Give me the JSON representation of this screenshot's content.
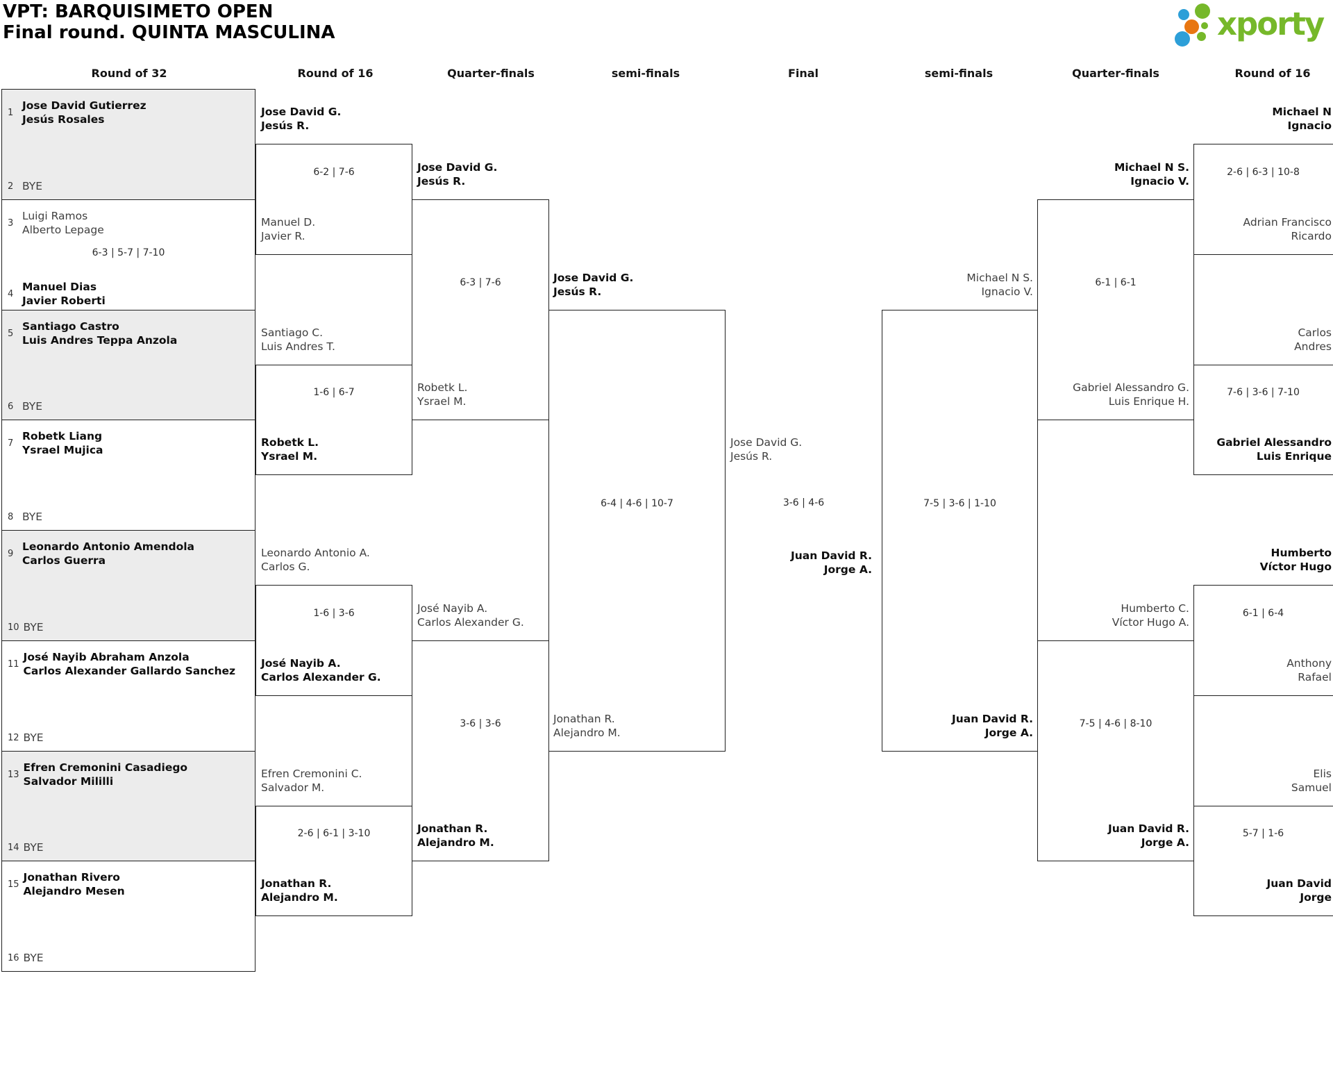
{
  "header": {
    "line1": "VPT: BARQUISIMETO OPEN",
    "line2": "Final round. QUINTA MASCULINA"
  },
  "logo": {
    "text": "xporty",
    "green": "#76b82a",
    "blue": "#2d9fd8",
    "orange": "#e87611"
  },
  "round_headers": [
    "Round of 32",
    "Round of 16",
    "Quarter-finals",
    "semi-finals",
    "Final",
    "semi-finals",
    "Quarter-finals",
    "Round of 16"
  ],
  "r32": [
    {
      "seed_a": "1",
      "team_a": [
        "Jose David Gutierrez",
        "Jesús Rosales"
      ],
      "seed_b": "2",
      "team_b": [
        "BYE"
      ],
      "score": "",
      "winner": "a"
    },
    {
      "seed_a": "3",
      "team_a": [
        "Luigi Ramos",
        "Alberto Lepage"
      ],
      "seed_b": "4",
      "team_b": [
        "Manuel Dias",
        "Javier Roberti"
      ],
      "score": "6-3 | 5-7 | 7-10",
      "winner": "b"
    },
    {
      "seed_a": "5",
      "team_a": [
        "Santiago Castro",
        "Luis Andres Teppa Anzola"
      ],
      "seed_b": "6",
      "team_b": [
        "BYE"
      ],
      "score": "",
      "winner": "a"
    },
    {
      "seed_a": "7",
      "team_a": [
        "Robetk Liang",
        "Ysrael Mujica"
      ],
      "seed_b": "8",
      "team_b": [
        "BYE"
      ],
      "score": "",
      "winner": "a"
    },
    {
      "seed_a": "9",
      "team_a": [
        "Leonardo Antonio Amendola",
        "Carlos Guerra"
      ],
      "seed_b": "10",
      "team_b": [
        "BYE"
      ],
      "score": "",
      "winner": "a"
    },
    {
      "seed_a": "11",
      "team_a": [
        "José Nayib Abraham Anzola",
        "Carlos Alexander Gallardo Sanchez"
      ],
      "seed_b": "12",
      "team_b": [
        "BYE"
      ],
      "score": "",
      "winner": "a"
    },
    {
      "seed_a": "13",
      "team_a": [
        "Efren Cremonini Casadiego",
        "Salvador Mililli"
      ],
      "seed_b": "14",
      "team_b": [
        "BYE"
      ],
      "score": "",
      "winner": "a"
    },
    {
      "seed_a": "15",
      "team_a": [
        "Jonathan Rivero",
        "Alejandro Mesen"
      ],
      "seed_b": "16",
      "team_b": [
        "BYE"
      ],
      "score": "",
      "winner": "a"
    }
  ],
  "r16_left": [
    {
      "team_a": [
        "Jose David G.",
        "Jesús R."
      ],
      "team_b": [
        "Manuel D.",
        "Javier R."
      ],
      "score": "6-2 | 7-6",
      "winner": "a"
    },
    {
      "team_a": [
        "Santiago C.",
        "Luis Andres T."
      ],
      "team_b": [
        "Robetk L.",
        "Ysrael M."
      ],
      "score": "1-6 | 6-7",
      "winner": "b"
    },
    {
      "team_a": [
        "Leonardo Antonio A.",
        "Carlos G."
      ],
      "team_b": [
        "José Nayib A.",
        "Carlos Alexander G."
      ],
      "score": "1-6 | 3-6",
      "winner": "b"
    },
    {
      "team_a": [
        "Efren Cremonini C.",
        "Salvador M."
      ],
      "team_b": [
        "Jonathan R.",
        "Alejandro M."
      ],
      "score": "2-6 | 6-1 | 3-10",
      "winner": "b"
    }
  ],
  "qf_left": [
    {
      "team_a": [
        "Jose David G.",
        "Jesús R."
      ],
      "team_b": [
        "Robetk L.",
        "Ysrael M."
      ],
      "score": "6-3 | 7-6",
      "winner": "a"
    },
    {
      "team_a": [
        "José Nayib A.",
        "Carlos Alexander G."
      ],
      "team_b": [
        "Jonathan R.",
        "Alejandro M."
      ],
      "score": "3-6 | 3-6",
      "winner": "b"
    }
  ],
  "sf_left": {
    "team_a": [
      "Jose David G.",
      "Jesús R."
    ],
    "team_b": [
      "Jonathan R.",
      "Alejandro M."
    ],
    "score": "6-4 | 4-6 | 10-7",
    "winner": "a"
  },
  "final": {
    "team_a": [
      "Jose David G.",
      "Jesús R."
    ],
    "team_b": [
      "Juan David R.",
      "Jorge A."
    ],
    "score": "3-6 | 4-6",
    "winner": "b"
  },
  "sf_right": {
    "team_a": [
      "Michael N S.",
      "Ignacio V."
    ],
    "team_b": [
      "Juan David R.",
      "Jorge A."
    ],
    "score": "7-5 | 3-6 | 1-10",
    "winner": "b"
  },
  "qf_right": [
    {
      "team_a": [
        "Michael N S.",
        "Ignacio V."
      ],
      "team_b": [
        "Gabriel Alessandro G.",
        "Luis Enrique H."
      ],
      "score": "6-1 | 6-1",
      "winner": "a"
    },
    {
      "team_a": [
        "Humberto C.",
        "Víctor Hugo A."
      ],
      "team_b": [
        "Juan David R.",
        "Jorge A."
      ],
      "score": "7-5 | 4-6 | 8-10",
      "winner": "b"
    }
  ],
  "r16_right": [
    {
      "team_a": [
        "Michael N",
        "Ignacio"
      ],
      "team_b": [
        "Adrian Francisco",
        "Ricardo"
      ],
      "score": "2-6 | 6-3 | 10-8",
      "winner": "a"
    },
    {
      "team_a": [
        "Carlos",
        "Andres"
      ],
      "team_b": [
        "Gabriel Alessandro",
        "Luis Enrique"
      ],
      "score": "7-6 | 3-6 | 7-10",
      "winner": "b"
    },
    {
      "team_a": [
        "Humberto",
        "Víctor Hugo"
      ],
      "team_b": [
        "Anthony",
        "Rafael"
      ],
      "score": "6-1 | 6-4",
      "winner": "a"
    },
    {
      "team_a": [
        "Elis",
        "Samuel"
      ],
      "team_b": [
        "Juan David",
        "Jorge"
      ],
      "score": "5-7 | 1-6",
      "winner": "b"
    }
  ]
}
